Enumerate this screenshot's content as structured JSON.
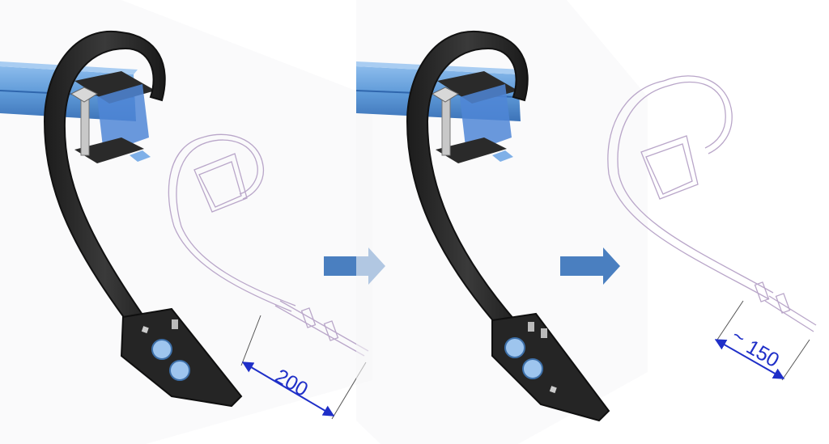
{
  "panels": [
    {
      "id": "left",
      "dimension_label": "200"
    },
    {
      "id": "right",
      "dimension_label": "150",
      "approx_symbol": "~"
    }
  ],
  "colors": {
    "beam": "#6aa6df",
    "beam_dark": "#3d7cc4",
    "tine": "#2b2b2b",
    "tine_edge": "#111111",
    "clamp_blue": "#4f86d6",
    "wire": "#b9a6c9",
    "dimension": "#1f2fc8",
    "arrow": "#4a7fc0"
  },
  "icons": [
    "arrow-right-icon",
    "arrow-right-icon"
  ]
}
